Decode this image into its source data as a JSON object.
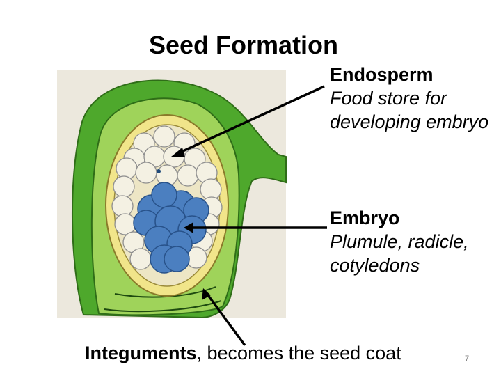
{
  "slide": {
    "title": "Seed Formation",
    "number": "7"
  },
  "labels": {
    "endosperm": {
      "heading": "Endosperm",
      "description": "Food store for developing embryo"
    },
    "embryo": {
      "heading": "Embryo",
      "description": "Plumule, radicle, cotyledons"
    },
    "integuments": {
      "heading": "Integuments",
      "rest": ", becomes the seed coat"
    }
  },
  "colors": {
    "integument_green": "#4ea82c",
    "integument_light": "#9fd35a",
    "endosperm_yellow": "#f1e58a",
    "endosperm_cell": "#f4f1e3",
    "embryo_blue": "#4b7fc0",
    "background_paper": "#ece8dd"
  }
}
